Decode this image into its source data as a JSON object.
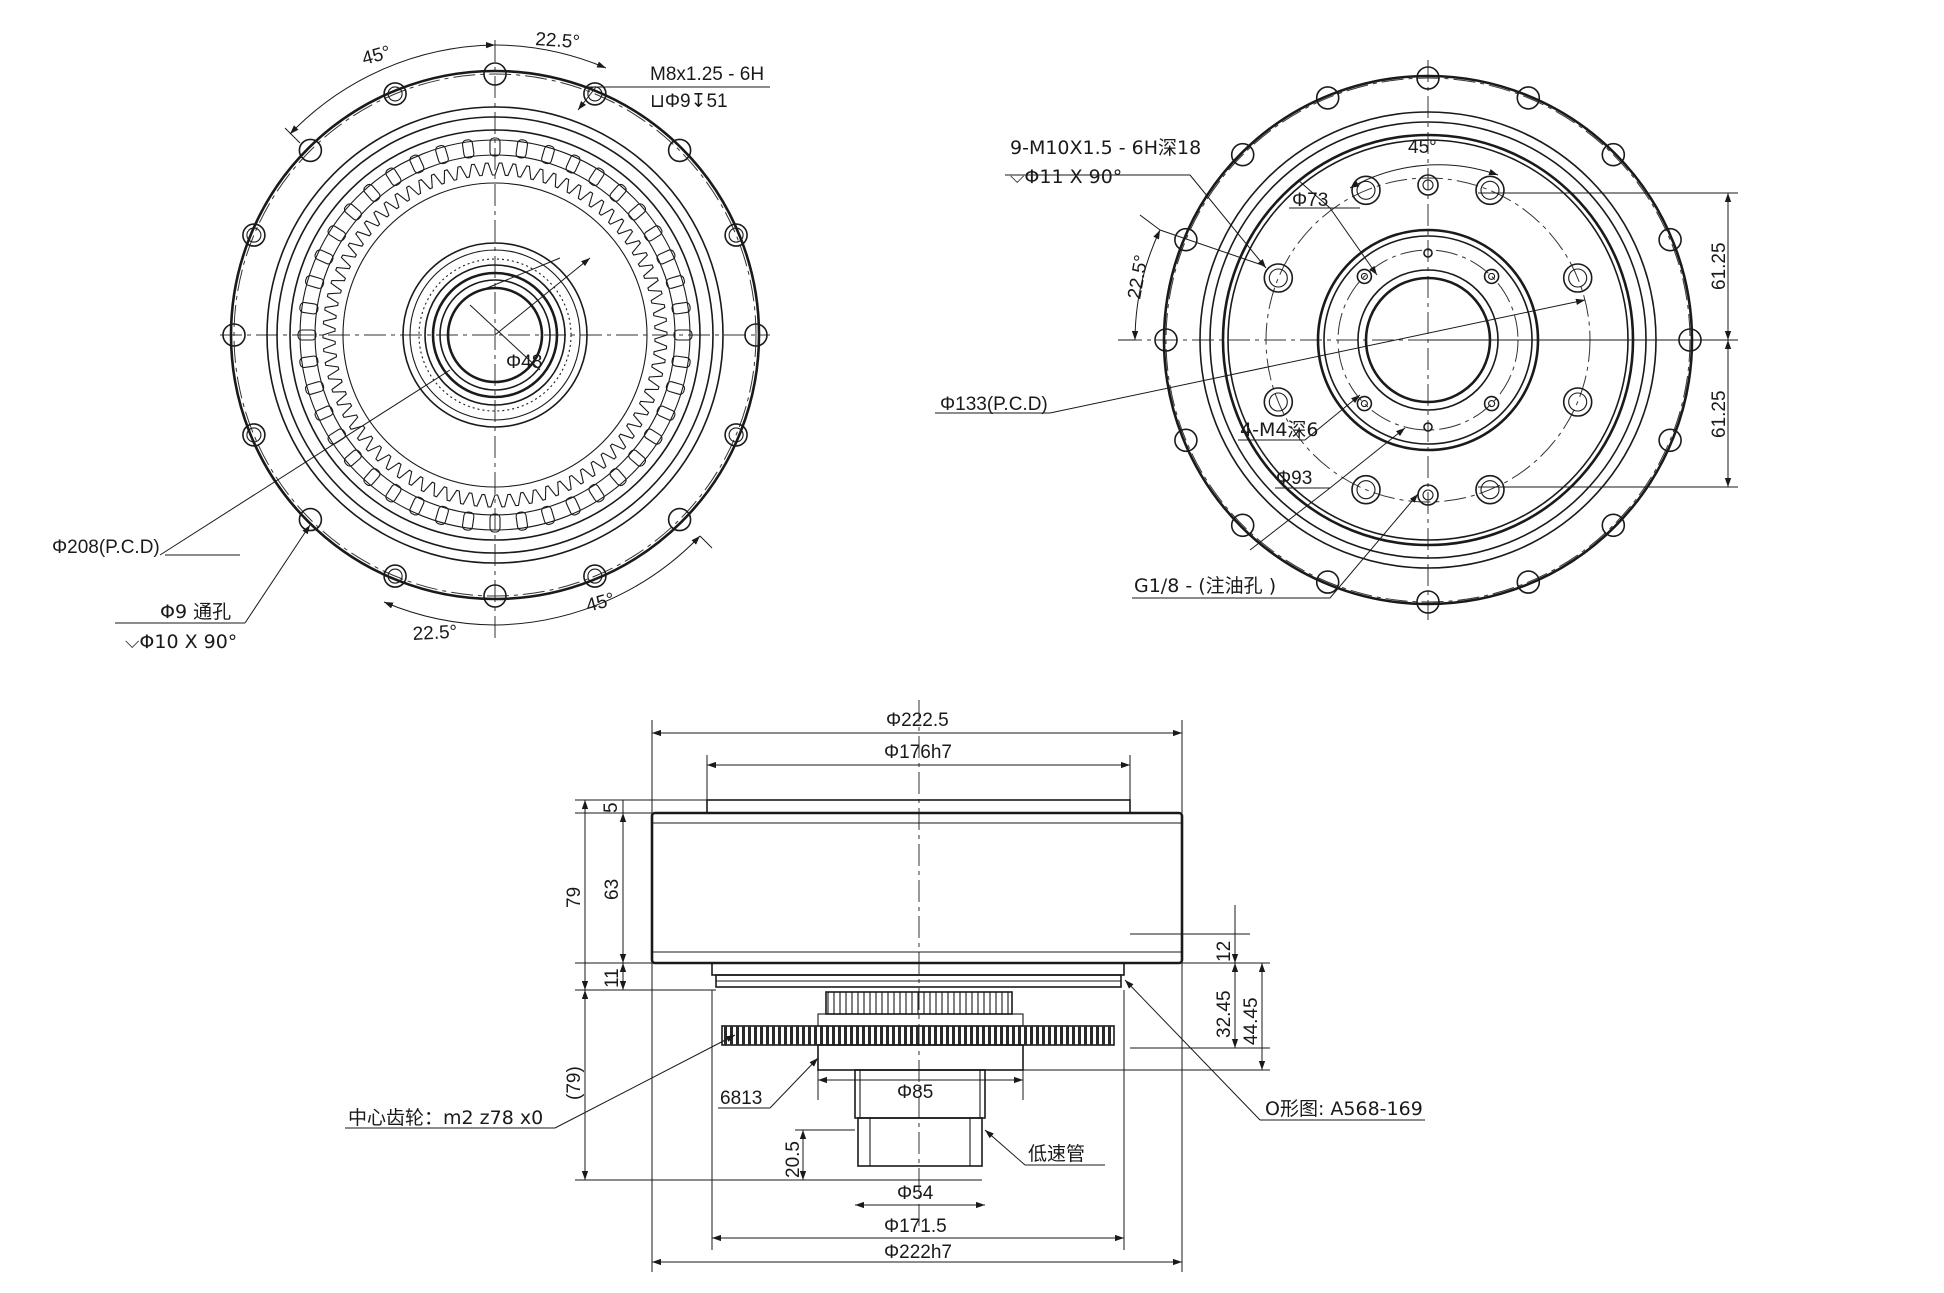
{
  "front_view": {
    "angle_22_5_top": "22.5°",
    "angle_45_top": "45°",
    "thread_callout_line1": "M8x1.25 - 6H",
    "thread_callout_line2": "⊔Φ9↧51",
    "bore_diameter": "Φ48",
    "pcd": "Φ208(P.C.D)",
    "through_hole_line1": "Φ9 通孔",
    "through_hole_line2": "⌵Φ10 X 90°",
    "angle_22_5_bottom": "22.5°",
    "angle_45_bottom": "45°"
  },
  "rear_view": {
    "thread_callout_line1": "9-M10X1.5 - 6H深18",
    "thread_callout_line2": "⌵Φ11 X 90°",
    "angle_45": "45°",
    "dia_73": "Φ73",
    "angle_22_5": "22.5°",
    "dim_61_25_upper": "61.25",
    "dim_61_25_lower": "61.25",
    "pcd": "Φ133(P.C.D)",
    "m4_holes": "4-M4深6",
    "dia_93": "Φ93",
    "oil_port": "G1/8 - (注油孔 )"
  },
  "side_view": {
    "dia_222_5": "Φ222.5",
    "dia_176h7": "Φ176h7",
    "height_5": "5",
    "height_79": "79",
    "height_63": "63",
    "height_11": "11",
    "height_79_ref": "(79)",
    "height_12": "12",
    "height_32_45": "32.45",
    "height_44_45": "44.45",
    "gear_spec": "中心齿轮：m2 z78 x0",
    "bearing": "6813",
    "dia_85": "Φ85",
    "oring": "O形图: A568-169",
    "height_20_5": "20.5",
    "low_speed_tube": "低速管",
    "dia_54": "Φ54",
    "dia_171_5": "Φ171.5",
    "dia_222h7": "Φ222h7"
  }
}
